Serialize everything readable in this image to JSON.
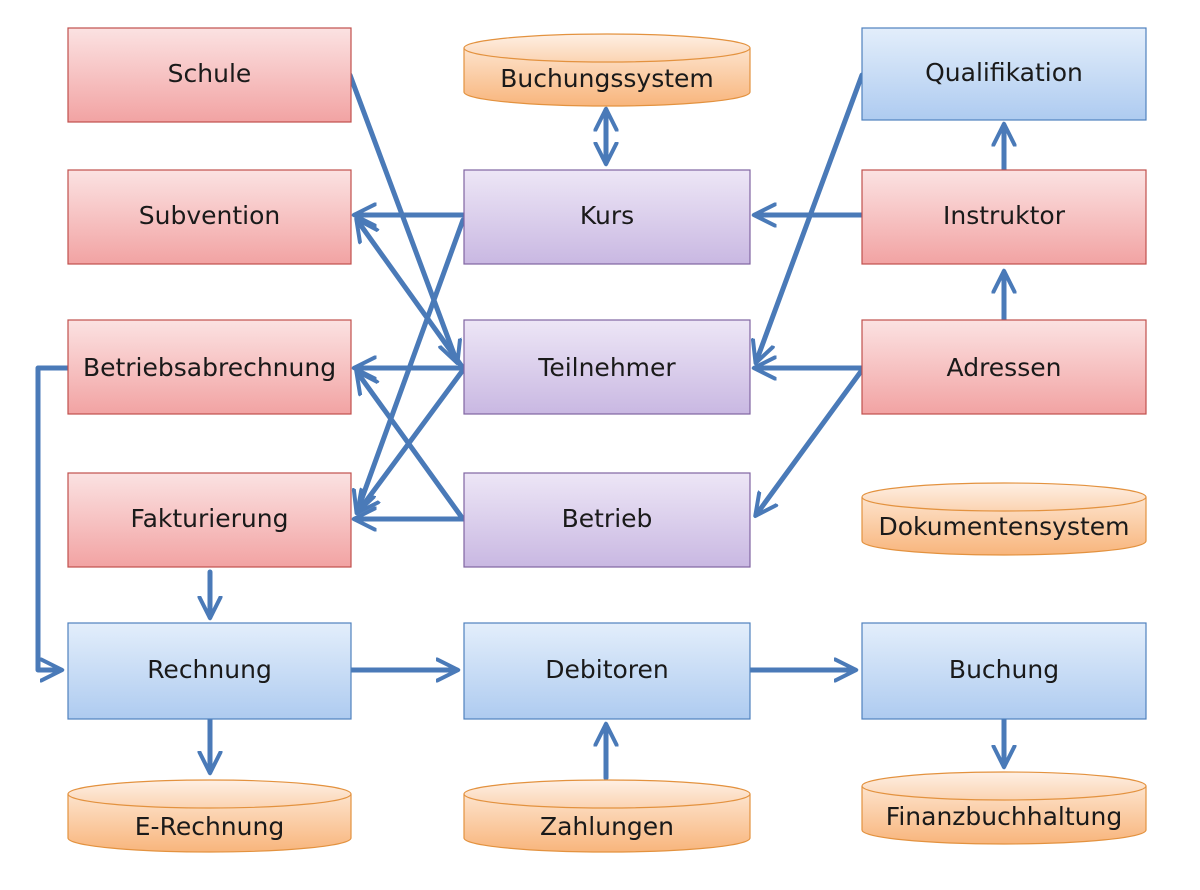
{
  "nodes": {
    "schule": {
      "label": "Schule",
      "kind": "red"
    },
    "subvention": {
      "label": "Subvention",
      "kind": "red"
    },
    "betriebsabrechnung": {
      "label": "Betriebsabrechnung",
      "kind": "red"
    },
    "fakturierung": {
      "label": "Fakturierung",
      "kind": "red"
    },
    "buchungssystem": {
      "label": "Buchungssystem",
      "kind": "database"
    },
    "kurs": {
      "label": "Kurs",
      "kind": "purple"
    },
    "teilnehmer": {
      "label": "Teilnehmer",
      "kind": "purple"
    },
    "betrieb": {
      "label": "Betrieb",
      "kind": "purple"
    },
    "qualifikation": {
      "label": "Qualifikation",
      "kind": "blue"
    },
    "instruktor": {
      "label": "Instruktor",
      "kind": "red"
    },
    "adressen": {
      "label": "Adressen",
      "kind": "red"
    },
    "dokumentensystem": {
      "label": "Dokumentensystem",
      "kind": "database"
    },
    "rechnung": {
      "label": "Rechnung",
      "kind": "blue"
    },
    "debitoren": {
      "label": "Debitoren",
      "kind": "blue"
    },
    "buchung": {
      "label": "Buchung",
      "kind": "blue"
    },
    "e_rechnung": {
      "label": "E-Rechnung",
      "kind": "database"
    },
    "zahlungen": {
      "label": "Zahlungen",
      "kind": "database"
    },
    "finanzbuchhaltung": {
      "label": "Finanzbuchhaltung",
      "kind": "database"
    }
  },
  "colors": {
    "red_fill_top": "#fbe2e2",
    "red_fill_bottom": "#f2a3a3",
    "red_stroke": "#c0504d",
    "purple_fill_top": "#ede6f6",
    "purple_fill_bottom": "#c9b8e2",
    "purple_stroke": "#8064a2",
    "blue_fill_top": "#e3eefb",
    "blue_fill_bottom": "#aecbf0",
    "blue_stroke": "#4f81bd",
    "db_fill_top": "#fde3cc",
    "db_fill_bottom": "#f8b57c",
    "db_stroke": "#e3923f",
    "arrow": "#4a7ab8"
  }
}
